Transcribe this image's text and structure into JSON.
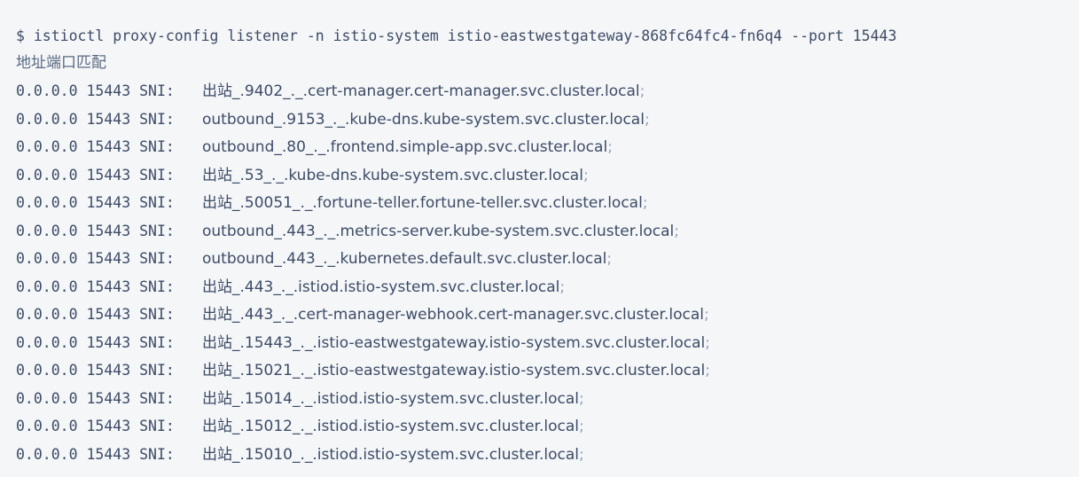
{
  "terminal": {
    "command_line": "$ istioctl proxy-config listener -n istio-system istio-eastwestgateway-868fc64fc4-fn6q4 --port 15443",
    "header_line": "地址端口匹配",
    "row_prefix": "0.0.0.0 15443 SNI: ",
    "terminator": ";",
    "colors": {
      "background": "#f4f6f8",
      "text": "#3d4c66",
      "muted_text": "#5a6a82",
      "terminator": "#93a2b8"
    },
    "rows": [
      {
        "prefix": "0.0.0.0 15443 SNI: ",
        "payload": "出站_.9402_._.cert-manager.cert-manager.svc.cluster.local",
        "terminator": ";"
      },
      {
        "prefix": "0.0.0.0 15443 SNI: ",
        "payload": "outbound_.9153_._.kube-dns.kube-system.svc.cluster.local",
        "terminator": ";"
      },
      {
        "prefix": "0.0.0.0 15443 SNI: ",
        "payload": "outbound_.80_._.frontend.simple-app.svc.cluster.local",
        "terminator": ";"
      },
      {
        "prefix": "0.0.0.0 15443 SNI: ",
        "payload": "出站_.53_._.kube-dns.kube-system.svc.cluster.local",
        "terminator": ";"
      },
      {
        "prefix": "0.0.0.0 15443 SNI: ",
        "payload": "出站_.50051_._.fortune-teller.fortune-teller.svc.cluster.local",
        "terminator": ";"
      },
      {
        "prefix": "0.0.0.0 15443 SNI: ",
        "payload": "outbound_.443_._.metrics-server.kube-system.svc.cluster.local",
        "terminator": ";"
      },
      {
        "prefix": "0.0.0.0 15443 SNI: ",
        "payload": "outbound_.443_._.kubernetes.default.svc.cluster.local",
        "terminator": ";"
      },
      {
        "prefix": "0.0.0.0 15443 SNI: ",
        "payload": "出站_.443_._.istiod.istio-system.svc.cluster.local",
        "terminator": ";"
      },
      {
        "prefix": "0.0.0.0 15443 SNI: ",
        "payload": "出站_.443_._.cert-manager-webhook.cert-manager.svc.cluster.local",
        "terminator": ";"
      },
      {
        "prefix": "0.0.0.0 15443 SNI: ",
        "payload": "出站_.15443_._.istio-eastwestgateway.istio-system.svc.cluster.local",
        "terminator": ";"
      },
      {
        "prefix": "0.0.0.0 15443 SNI: ",
        "payload": "出站_.15021_._.istio-eastwestgateway.istio-system.svc.cluster.local",
        "terminator": ";"
      },
      {
        "prefix": "0.0.0.0 15443 SNI: ",
        "payload": "出站_.15014_._.istiod.istio-system.svc.cluster.local",
        "terminator": ";"
      },
      {
        "prefix": "0.0.0.0 15443 SNI: ",
        "payload": "出站_.15012_._.istiod.istio-system.svc.cluster.local",
        "terminator": ";"
      },
      {
        "prefix": "0.0.0.0 15443 SNI: ",
        "payload": "出站_.15010_._.istiod.istio-system.svc.cluster.local",
        "terminator": ";"
      }
    ]
  }
}
